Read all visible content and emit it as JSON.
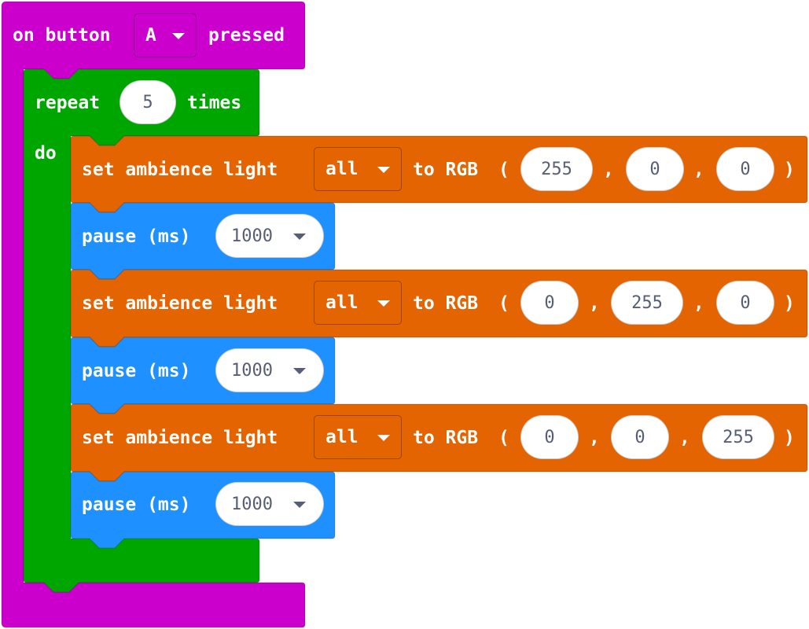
{
  "event_block": {
    "prefix": "on button",
    "button_value": "A",
    "suffix": "pressed",
    "color": "#cc00cc"
  },
  "repeat_block": {
    "label": "repeat",
    "count": "5",
    "times_label": "times",
    "do_label": "do",
    "color": "#00a600"
  },
  "statements": [
    {
      "type": "set-ambience",
      "label": "set ambience light",
      "target": "all",
      "to_rgb": "to RGB",
      "open_paren": "(",
      "comma": ",",
      "close_paren": ")",
      "r": "255",
      "g": "0",
      "b": "0"
    },
    {
      "type": "pause",
      "label": "pause (ms)",
      "value": "1000"
    },
    {
      "type": "set-ambience",
      "label": "set ambience light",
      "target": "all",
      "to_rgb": "to RGB",
      "open_paren": "(",
      "comma": ",",
      "close_paren": ")",
      "r": "0",
      "g": "255",
      "b": "0"
    },
    {
      "type": "pause",
      "label": "pause (ms)",
      "value": "1000"
    },
    {
      "type": "set-ambience",
      "label": "set ambience light",
      "target": "all",
      "to_rgb": "to RGB",
      "open_paren": "(",
      "comma": ",",
      "close_paren": ")",
      "r": "0",
      "g": "0",
      "b": "255"
    },
    {
      "type": "pause",
      "label": "pause (ms)",
      "value": "1000"
    }
  ],
  "colors": {
    "event": "#cc00cc",
    "loop": "#00a600",
    "ambience": "#e36400",
    "pause": "#1e90ff",
    "field_text": "#575e75"
  },
  "icons": [
    "dropdown-caret-icon"
  ]
}
